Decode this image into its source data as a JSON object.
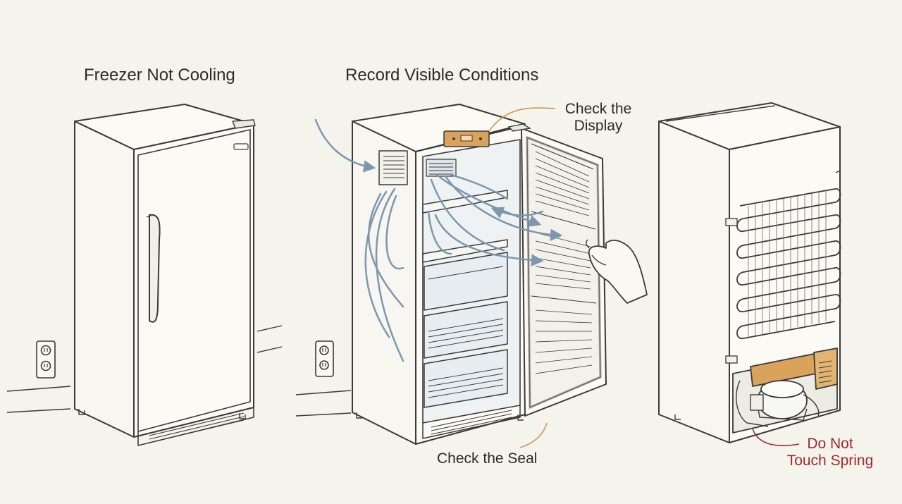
{
  "panels": {
    "left_title": "Freezer Not Cooling",
    "middle_title": "Record Visible Conditions"
  },
  "callouts": {
    "display_line1": "Check the",
    "display_line2": "Display",
    "seal": "Check the Seal",
    "spring_line1": "Do Not",
    "spring_line2": "Touch Spring"
  },
  "colors": {
    "background": "#f4f3ec",
    "ink": "#3a3a3a",
    "airflow": "#7d97b0",
    "highlight": "#d9a35c",
    "warning": "#a3282b"
  },
  "icons": [
    "wall-outlet-icon",
    "airflow-arrow-icon",
    "hand-icon",
    "compressor-icon"
  ]
}
